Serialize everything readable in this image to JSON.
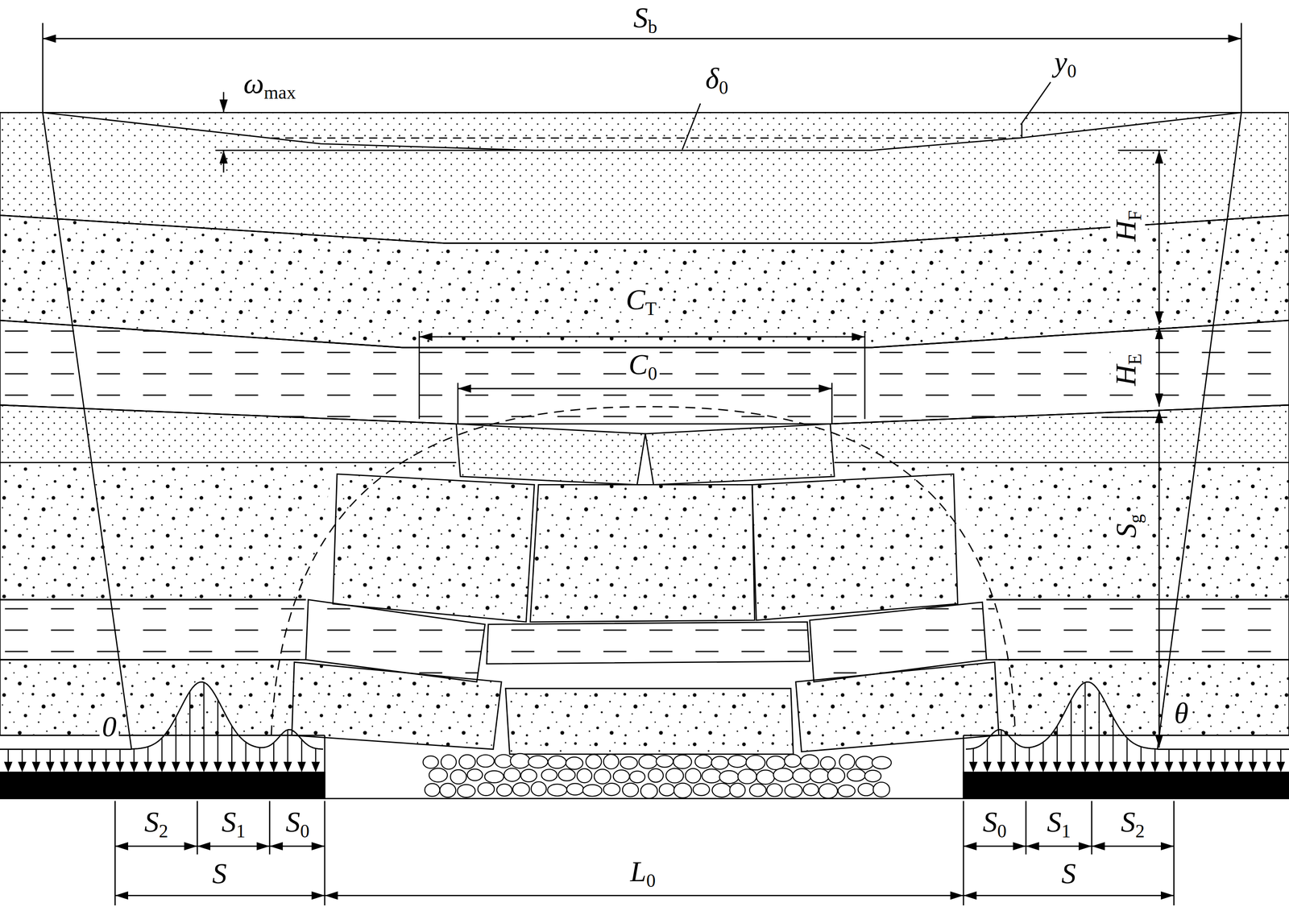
{
  "diagram": {
    "labels": [
      "Sb",
      "ωmax",
      "δ0",
      "y0",
      "HF",
      "CT",
      "HE",
      "C0",
      "Sg",
      "θ",
      "0",
      "S2",
      "S1",
      "S0",
      "S",
      "L0",
      "S0",
      "S1",
      "S2",
      "S"
    ]
  }
}
